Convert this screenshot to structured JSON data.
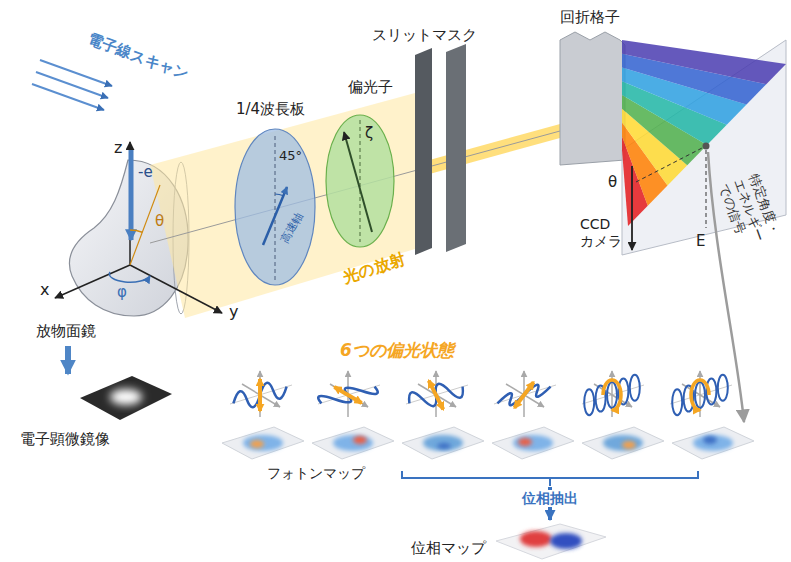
{
  "diagram": {
    "nodes": [
      {
        "text": [
          "放物面鏡"
        ]
      },
      {
        "text": [
          "電子顕微鏡像"
        ]
      },
      {
        "text": [
          "フォトンマップ"
        ]
      },
      {
        "text": [
          "位相マップ"
        ]
      }
    ],
    "edges": [
      {
        "from": 0,
        "to": 1,
        "arrow": "to"
      },
      {
        "from": 2,
        "to": 3,
        "label": "位相抽出",
        "arrow": "to"
      }
    ],
    "labels": [
      "電子線スキャン",
      "z",
      "-e",
      "θ",
      "φ",
      "x",
      "y",
      "1/4波長板",
      "45°",
      "高速軸",
      "偏光子",
      "ζ",
      "光の放射",
      "スリットマスク",
      "回折格子",
      "θ",
      "CCD カメラ",
      "E",
      "特定角度・エネルギーでの信号",
      "6つの偏光状態"
    ]
  }
}
